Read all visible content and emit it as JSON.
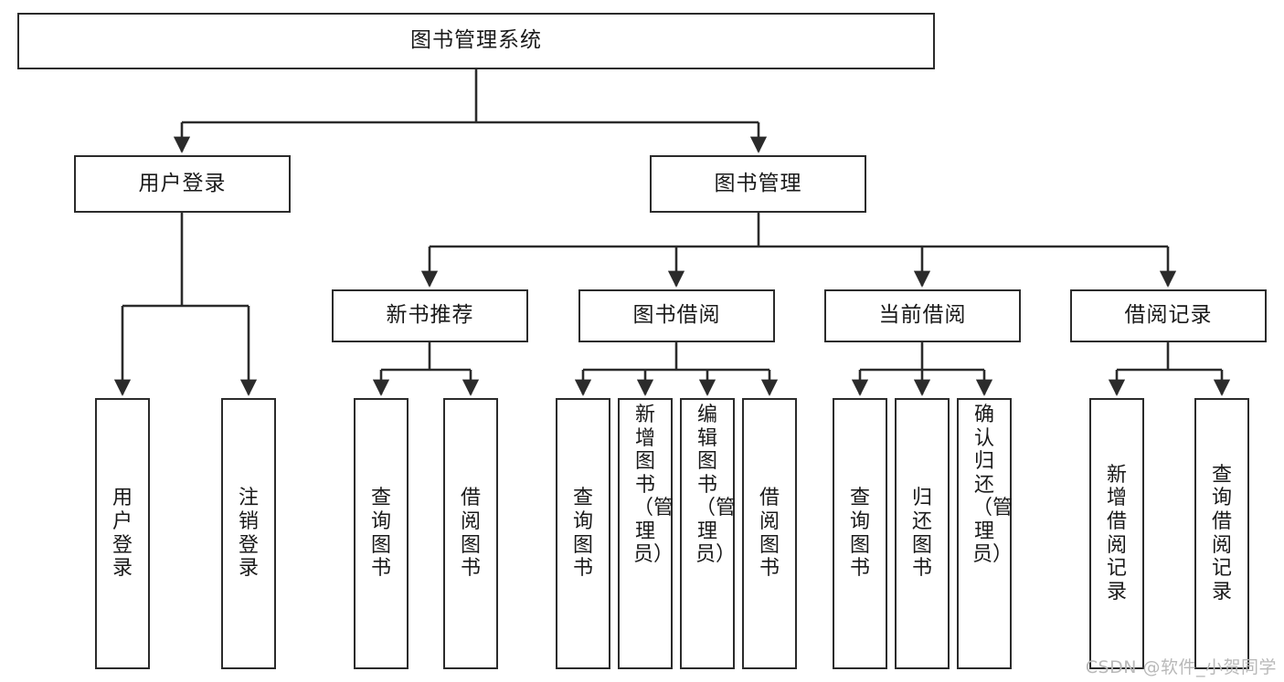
{
  "diagram": {
    "title": "图书管理系统",
    "type": "tree-hierarchy-diagram",
    "colors": {
      "node_border": "#2b2b2b",
      "node_fill": "#ffffff",
      "edge": "#2b2b2b",
      "text": "#1a1a1a",
      "watermark": "#b9b9b9",
      "background": "#ffffff"
    }
  },
  "nodes": {
    "root": {
      "label": "图书管理系统",
      "orientation": "horizontal",
      "level": 0
    },
    "user_login": {
      "label": "用户登录",
      "orientation": "horizontal",
      "level": 1
    },
    "book_manage": {
      "label": "图书管理",
      "orientation": "horizontal",
      "level": 1
    },
    "new_book_rec": {
      "label": "新书推荐",
      "orientation": "horizontal",
      "level": 2
    },
    "book_borrow": {
      "label": "图书借阅",
      "orientation": "horizontal",
      "level": 2
    },
    "current_borrow": {
      "label": "当前借阅",
      "orientation": "horizontal",
      "level": 2
    },
    "borrow_record": {
      "label": "借阅记录",
      "orientation": "horizontal",
      "level": 2
    },
    "leaf_user_login": {
      "label": "用户登录",
      "orientation": "vertical",
      "level": 2
    },
    "leaf_logout": {
      "label": "注销登录",
      "orientation": "vertical",
      "level": 2
    },
    "leaf_query_book_1": {
      "label": "查询图书",
      "orientation": "vertical",
      "level": 3
    },
    "leaf_borrow_book_1": {
      "label": "借阅图书",
      "orientation": "vertical",
      "level": 3
    },
    "leaf_query_book_2": {
      "label": "查询图书",
      "orientation": "vertical",
      "level": 3
    },
    "leaf_add_book_admin": {
      "label": "新增图书（管理员）",
      "orientation": "vertical",
      "level": 3
    },
    "leaf_edit_book_admin": {
      "label": "编辑图书（管理员）",
      "orientation": "vertical",
      "level": 3
    },
    "leaf_borrow_book_2": {
      "label": "借阅图书",
      "orientation": "vertical",
      "level": 3
    },
    "leaf_query_book_3": {
      "label": "查询图书",
      "orientation": "vertical",
      "level": 3
    },
    "leaf_return_book": {
      "label": "归还图书",
      "orientation": "vertical",
      "level": 3
    },
    "leaf_confirm_return_admin": {
      "label": "确认归还（管理员）",
      "orientation": "vertical",
      "level": 3
    },
    "leaf_add_record": {
      "label": "新增借阅记录",
      "orientation": "vertical",
      "level": 3
    },
    "leaf_query_record": {
      "label": "查询借阅记录",
      "orientation": "vertical",
      "level": 3
    }
  },
  "edges": [
    {
      "from": "root",
      "to": "user_login"
    },
    {
      "from": "root",
      "to": "book_manage"
    },
    {
      "from": "user_login",
      "to": "leaf_user_login"
    },
    {
      "from": "user_login",
      "to": "leaf_logout"
    },
    {
      "from": "book_manage",
      "to": "new_book_rec"
    },
    {
      "from": "book_manage",
      "to": "book_borrow"
    },
    {
      "from": "book_manage",
      "to": "current_borrow"
    },
    {
      "from": "book_manage",
      "to": "borrow_record"
    },
    {
      "from": "new_book_rec",
      "to": "leaf_query_book_1"
    },
    {
      "from": "new_book_rec",
      "to": "leaf_borrow_book_1"
    },
    {
      "from": "book_borrow",
      "to": "leaf_query_book_2"
    },
    {
      "from": "book_borrow",
      "to": "leaf_add_book_admin"
    },
    {
      "from": "book_borrow",
      "to": "leaf_edit_book_admin"
    },
    {
      "from": "book_borrow",
      "to": "leaf_borrow_book_2"
    },
    {
      "from": "current_borrow",
      "to": "leaf_query_book_3"
    },
    {
      "from": "current_borrow",
      "to": "leaf_return_book"
    },
    {
      "from": "current_borrow",
      "to": "leaf_confirm_return_admin"
    },
    {
      "from": "borrow_record",
      "to": "leaf_add_record"
    },
    {
      "from": "borrow_record",
      "to": "leaf_query_record"
    }
  ],
  "watermark": {
    "text": "CSDN @软件_小贺同学"
  }
}
